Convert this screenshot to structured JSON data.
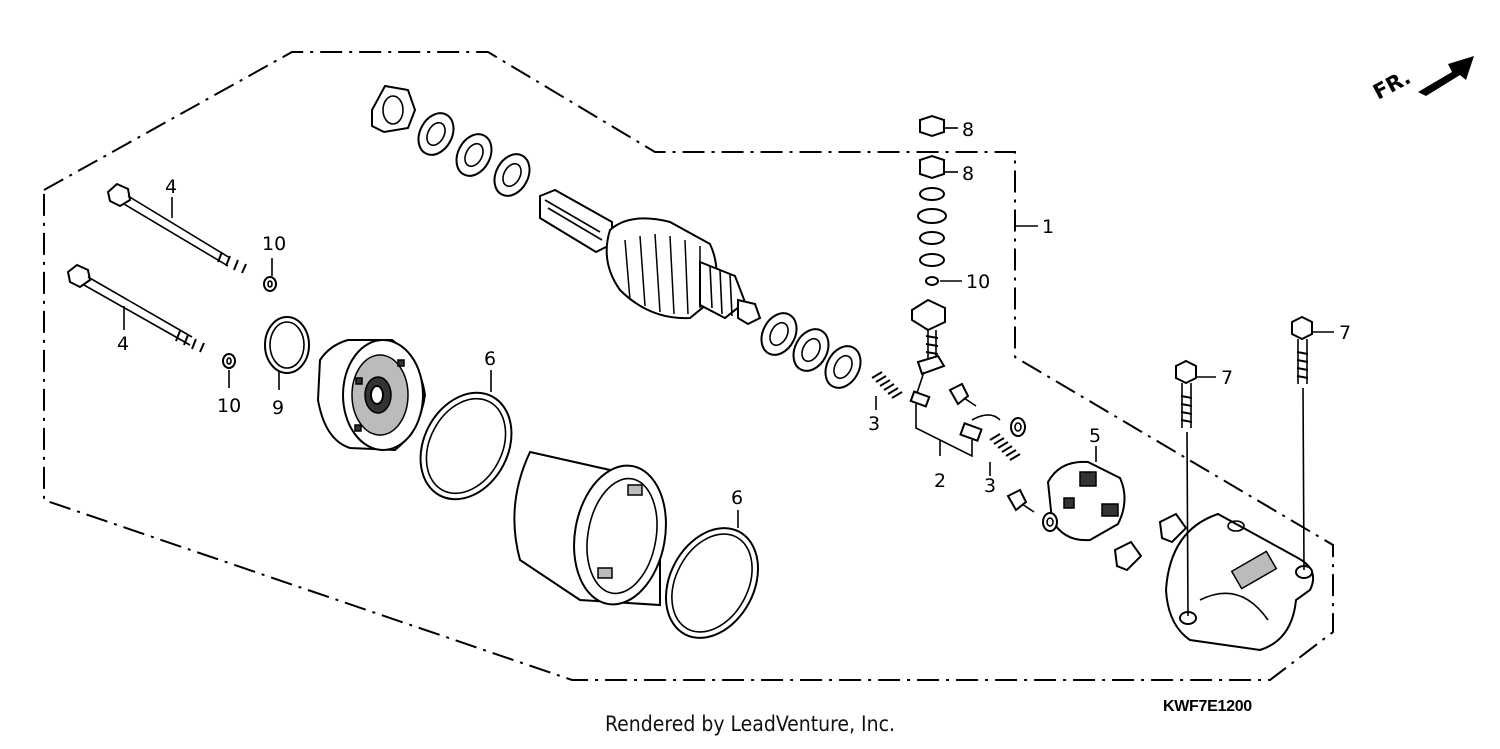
{
  "diagram": {
    "code": "KWF7E1200",
    "direction_label": "FR.",
    "credit": "Rendered by LeadVenture, Inc.",
    "callouts": {
      "c1": "1",
      "c2": "2",
      "c3a": "3",
      "c3b": "3",
      "c4a": "4",
      "c4b": "4",
      "c5": "5",
      "c6a": "6",
      "c6b": "6",
      "c7a": "7",
      "c7b": "7",
      "c8a": "8",
      "c8b": "8",
      "c9": "9",
      "c10a": "10",
      "c10b": "10",
      "c10c": "10"
    }
  }
}
